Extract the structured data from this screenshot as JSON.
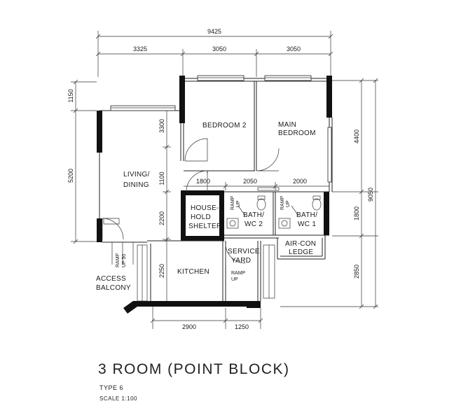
{
  "plan": {
    "title": "3 ROOM (POINT BLOCK)",
    "type": "TYPE 6",
    "scale": "SCALE   1:100",
    "rooms": {
      "bedroom2": "BEDROOM 2",
      "main_bedroom_1": "MAIN",
      "main_bedroom_2": "BEDROOM",
      "living_1": "LIVING/",
      "living_2": "DINING",
      "shelter_1": "HOUSE-",
      "shelter_2": "HOLD",
      "shelter_3": "SHELTER",
      "bath2_1": "BATH/",
      "bath2_2": "WC 2",
      "bath1_1": "BATH/",
      "bath1_2": "WC 1",
      "aircon_1": "AIR-CON",
      "aircon_2": "LEDGE",
      "service_1": "SERVICE",
      "service_2": "YARD",
      "kitchen": "KITCHEN",
      "balcony_1": "ACCESS",
      "balcony_2": "BALCONY"
    },
    "ramps": {
      "r1a": "RAMP",
      "r1b": "UP",
      "r2a": "RAMP",
      "r2b": "UP",
      "r3a": "RAMP",
      "r3b": "UP",
      "r4a": "RAMP",
      "r4b": "UP 50"
    },
    "dimensions": {
      "total_width": "9425",
      "top_1": "3325",
      "top_2": "3050",
      "top_3": "3050",
      "left_1": "1150",
      "left_2": "5200",
      "inner_1": "3300",
      "inner_2": "1100",
      "inner_3": "2200",
      "inner_4": "2250",
      "right_1": "4400",
      "right_2": "1800",
      "right_3": "2850",
      "right_total": "9050",
      "mid_1": "1800",
      "mid_2": "2050",
      "mid_3": "2000",
      "bottom_1": "2900",
      "bottom_2": "1250"
    }
  }
}
